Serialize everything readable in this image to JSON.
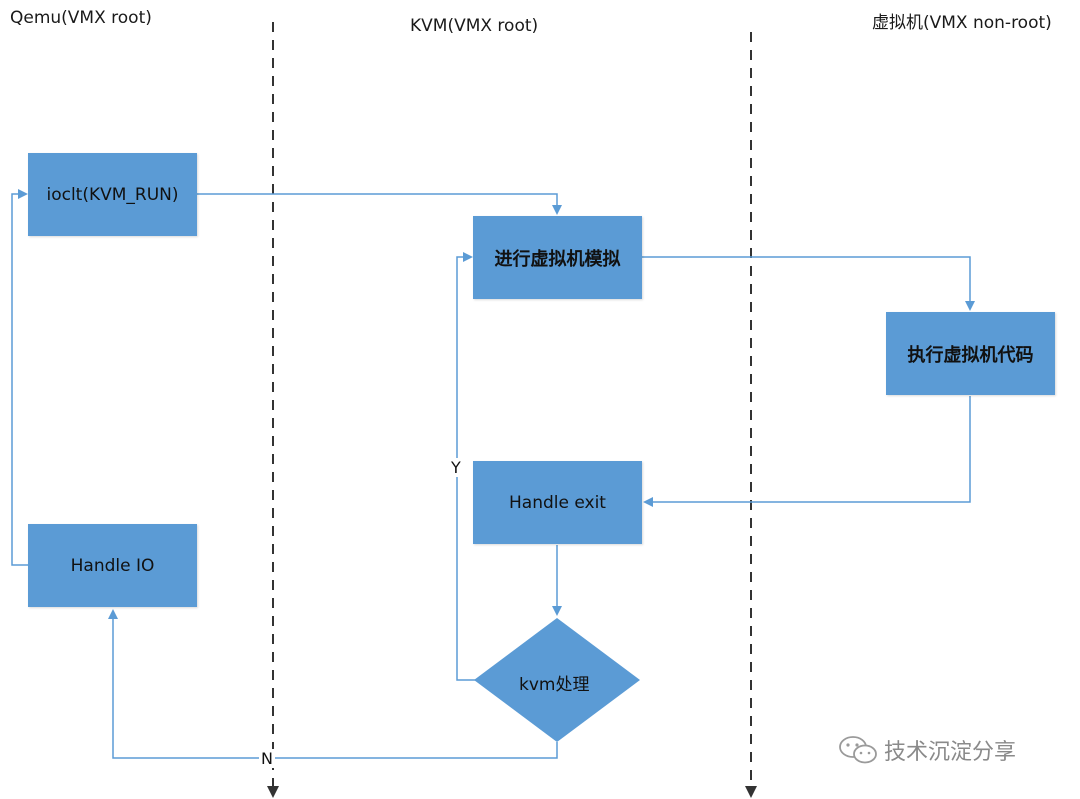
{
  "lanes": {
    "left": "Qemu(VMX root)",
    "middle": "KVM(VMX root)",
    "right": "虚拟机(VMX non-root)"
  },
  "nodes": {
    "ioctl": "ioclt(KVM_RUN)",
    "handle_io": "Handle IO",
    "simulate": "进行虚拟机模拟",
    "exec_guest": "执行虚拟机代码",
    "handle_exit": "Handle exit",
    "kvm_decision": "kvm处理"
  },
  "edge_labels": {
    "yes": "Y",
    "no": "N"
  },
  "watermark": "技术沉淀分享",
  "colors": {
    "box_fill": "#5b9bd5",
    "line": "#5b9bd5",
    "divider": "#333333"
  }
}
